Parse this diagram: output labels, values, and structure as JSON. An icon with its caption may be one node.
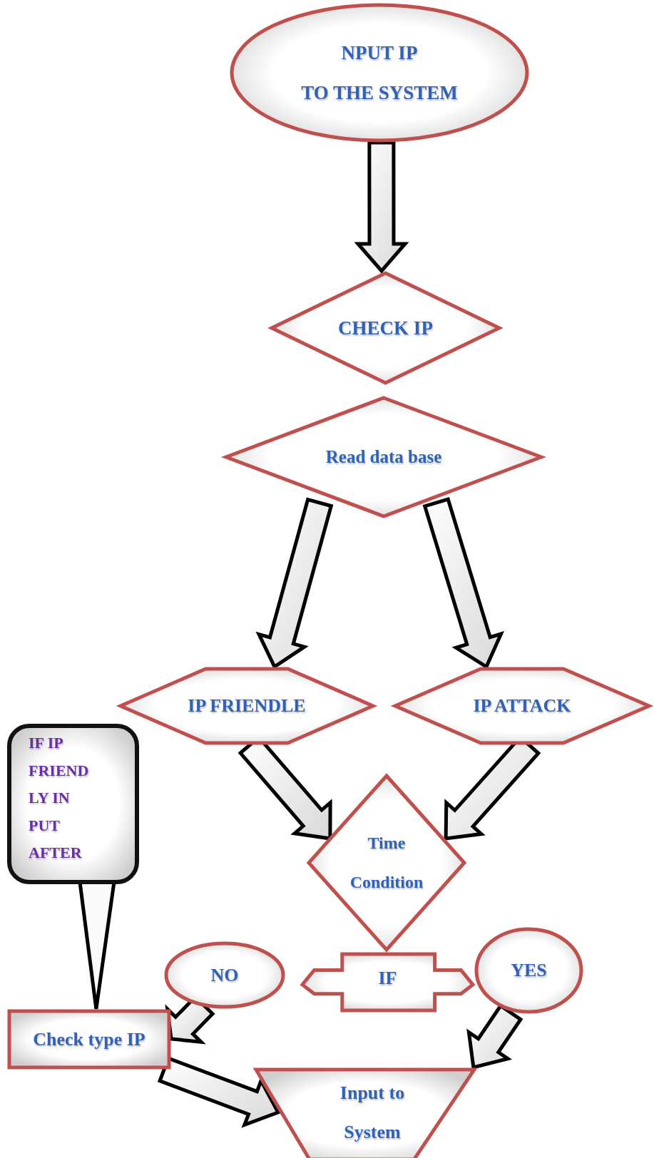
{
  "diagram": {
    "nodes": [
      {
        "text": [
          "NPUT IP",
          "TO THE SYSTEM"
        ]
      },
      {
        "text": [
          "CHECK IP"
        ]
      },
      {
        "text": [
          "Read data base"
        ]
      },
      {
        "text": [
          "IP FRIENDLE"
        ]
      },
      {
        "text": [
          "IP ATTACK"
        ]
      },
      {
        "text": [
          "IF IP FRIEND LY IN PUT AFTER"
        ]
      },
      {
        "text": [
          "Time Condition"
        ]
      },
      {
        "text": [
          "IF"
        ]
      },
      {
        "text": [
          "NO"
        ]
      },
      {
        "text": [
          "YES"
        ]
      },
      {
        "text": [
          "Check type IP"
        ]
      },
      {
        "text": [
          "Input to System"
        ]
      }
    ],
    "edges": [
      {
        "from": 0,
        "to": 1,
        "arrow": "to"
      },
      {
        "from": 2,
        "to": 3,
        "arrow": "to"
      },
      {
        "from": 2,
        "to": 4,
        "arrow": "to"
      },
      {
        "from": 3,
        "to": 6,
        "arrow": "to"
      },
      {
        "from": 4,
        "to": 6,
        "arrow": "to"
      },
      {
        "from": 5,
        "to": 10,
        "arrow": "none"
      },
      {
        "from": 8,
        "to": 10,
        "arrow": "to"
      },
      {
        "from": 9,
        "to": 11,
        "arrow": "to"
      },
      {
        "from": 10,
        "to": 11,
        "arrow": "to"
      }
    ]
  }
}
